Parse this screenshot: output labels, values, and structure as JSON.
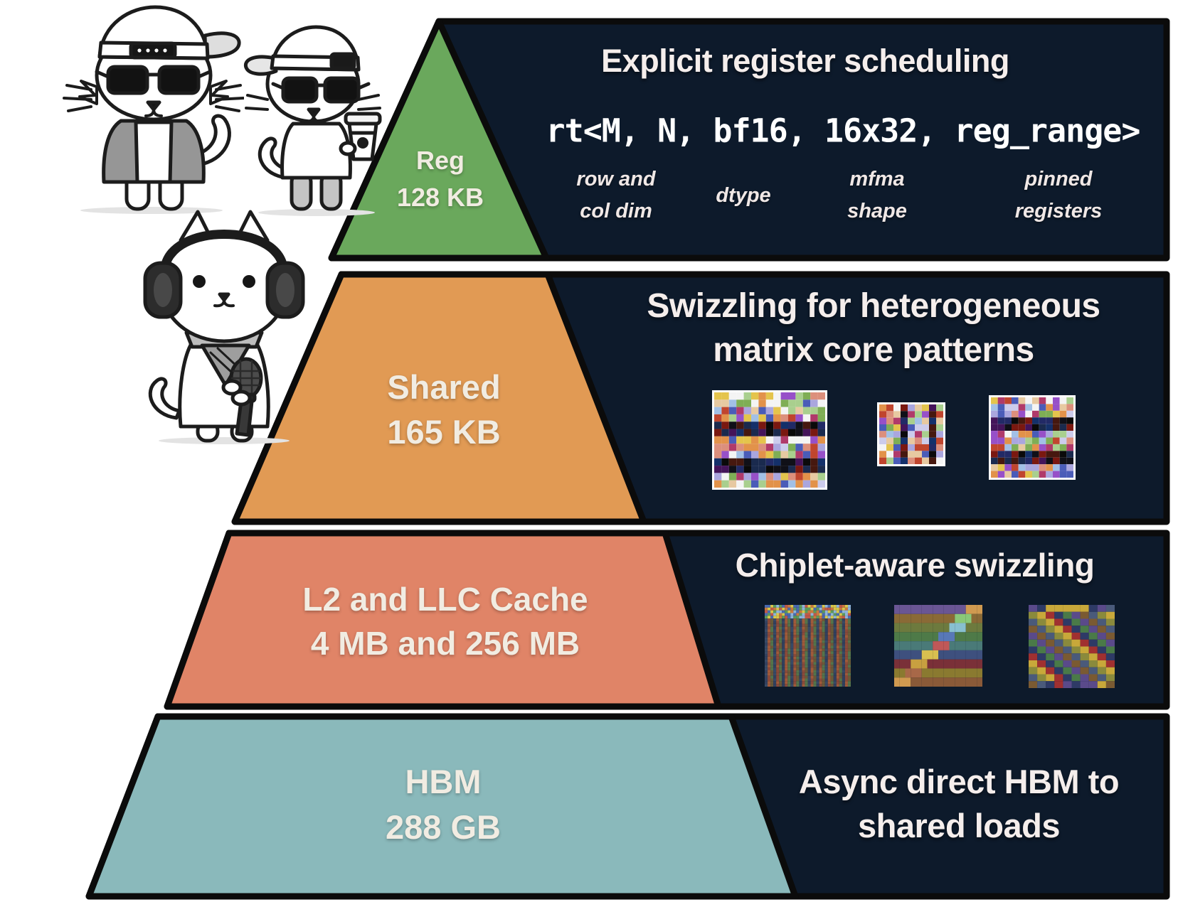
{
  "figure": {
    "background": "#ffffff",
    "panel_color": "#0d1a2b",
    "border_color": "#0b0b0b",
    "title_color": "#f5eeec",
    "label_color": "#f1ece2"
  },
  "illustrations": {
    "cat1": "cat-backwards-cap-sunglasses-jacket",
    "cat2": "cat-cap-sunglasses-coffee-cup",
    "cat3": "cat-headphones-bandana-microphone"
  },
  "pyramid": {
    "levels": [
      {
        "name": "Reg",
        "size": "128 KB",
        "color": "#6aa85c",
        "panel": {
          "title": "Explicit register scheduling",
          "code": "rt<M, N, bf16, 16x32, reg_range>",
          "annotations": [
            {
              "lines": [
                "row and",
                "col dim"
              ]
            },
            {
              "lines": [
                "dtype"
              ]
            },
            {
              "lines": [
                "mfma",
                "shape"
              ]
            },
            {
              "lines": [
                "pinned",
                "registers"
              ]
            }
          ]
        }
      },
      {
        "name": "Shared",
        "size": "165 KB",
        "color": "#e19a54",
        "panel": {
          "title_lines": [
            "Swizzling for heterogeneous",
            "matrix core patterns"
          ],
          "patterns": [
            {
              "name": "swizzle-mosaic-large",
              "type": "mosaic",
              "seed": 11,
              "cols": 15,
              "rows": 13,
              "dark_rows": [
                4,
                5,
                9,
                10
              ],
              "palette": [
                "#c0452e",
                "#e2924a",
                "#e7c9a1",
                "#a2c0e6",
                "#aaa6de",
                "#7fae55",
                "#9750c8",
                "#e4c44c",
                "#f4f4f4",
                "#dc8f7c",
                "#4a5cb8",
                "#a9cf8e",
                "#ccccec",
                "#b03a6a"
              ],
              "dark_palette": [
                "#101018",
                "#222a66",
                "#7a1810",
                "#1a2a4e",
                "#0a0a0a",
                "#46180f",
                "#14306a",
                "#44145a"
              ]
            },
            {
              "name": "swizzle-mosaic-small",
              "type": "mosaic",
              "seed": 23,
              "cols": 9,
              "rows": 9,
              "dark_cols": [
                3,
                7
              ],
              "palette": [
                "#c0452e",
                "#e2924a",
                "#e7c9a1",
                "#a2c0e6",
                "#aaa6de",
                "#7fae55",
                "#9750c8",
                "#e4c44c",
                "#f4f4f4",
                "#dc8f7c",
                "#4a5cb8",
                "#a9cf8e",
                "#ccccec",
                "#b03a6a"
              ],
              "dark_palette": [
                "#101018",
                "#222a66",
                "#7a1810",
                "#1a2a4e",
                "#0a0a0a",
                "#46180f",
                "#14306a",
                "#44145a"
              ]
            },
            {
              "name": "swizzle-mosaic-medium",
              "type": "mosaic",
              "seed": 37,
              "cols": 12,
              "rows": 12,
              "dark_rows": [
                3,
                4,
                8,
                9
              ],
              "palette": [
                "#c0452e",
                "#e2924a",
                "#e7c9a1",
                "#a2c0e6",
                "#aaa6de",
                "#7fae55",
                "#9750c8",
                "#e4c44c",
                "#f4f4f4",
                "#dc8f7c",
                "#4a5cb8",
                "#a9cf8e",
                "#ccccec",
                "#b03a6a"
              ],
              "dark_palette": [
                "#101018",
                "#222a66",
                "#7a1810",
                "#1a2a4e",
                "#0a0a0a",
                "#46180f",
                "#14306a",
                "#44145a"
              ]
            }
          ]
        }
      },
      {
        "name": "L2 and LLC Cache",
        "size": "4 MB and 256 MB",
        "color": "#e08467",
        "panel": {
          "title": "Chiplet-aware swizzling",
          "patterns": [
            {
              "name": "chiplet-stripes",
              "type": "stripes",
              "seed": 5,
              "cols": 30,
              "rows": 30,
              "top_rows": 5,
              "top_palette": [
                "#8fb3d9",
                "#d8c84a",
                "#c05848",
                "#5a9a5a",
                "#4a6ab0",
                "#c87840"
              ],
              "body_palette": [
                "#32405e",
                "#384a66",
                "#8a4a3a",
                "#a05a3a",
                "#55734a",
                "#6a5a38"
              ]
            },
            {
              "name": "chiplet-bands",
              "type": "bands",
              "seed": 9,
              "cols": 16,
              "bands": [
                "#6a5694",
                "#8a6a36",
                "#6d7a3e",
                "#4e7a48",
                "#4a7a78",
                "#3e507e",
                "#7a3038",
                "#8a7a30",
                "#8a5a38"
              ],
              "step_colors": [
                "#d09a50",
                "#8ac878",
                "#88c0d0",
                "#5878b8",
                "#c05858",
                "#d8c050",
                "#c8a040",
                "#a86848"
              ]
            },
            {
              "name": "chiplet-diagonal",
              "type": "diag",
              "seed": 13,
              "cols": 10,
              "rows": 12,
              "palette": [
                "#c8a83a",
                "#a03030",
                "#2e3a66",
                "#4a7a48",
                "#5a4a8a",
                "#7a5a32",
                "#4a5a7a",
                "#8a8a3c"
              ]
            }
          ]
        }
      },
      {
        "name": "HBM",
        "size": "288 GB",
        "color": "#8ab9bb",
        "panel": {
          "title_lines": [
            "Async direct HBM to",
            "shared loads"
          ]
        }
      }
    ]
  }
}
